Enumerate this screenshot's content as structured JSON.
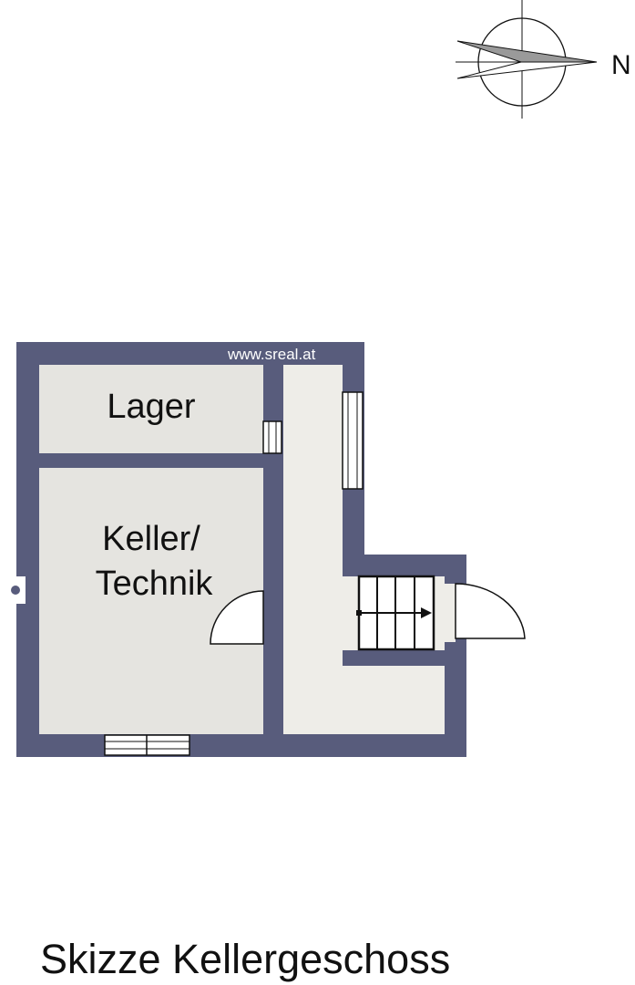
{
  "caption": "Skizze Kellergeschoss",
  "watermark": "www.sreal.at",
  "compass": {
    "label": "N",
    "icon": "compass-north-arrow-icon"
  },
  "rooms": {
    "lager": {
      "label": "Lager"
    },
    "keller_technik": {
      "line1": "Keller/",
      "line2": "Technik"
    }
  },
  "colors": {
    "wall": "#585c7c",
    "floor": "#e5e4e0",
    "corridor_floor": "#eeede8",
    "text": "#111111",
    "background": "#ffffff"
  },
  "icons": [
    "compass-north-arrow-icon",
    "staircase-icon",
    "door-swing-icon",
    "window-icon",
    "wall-socket-icon"
  ]
}
